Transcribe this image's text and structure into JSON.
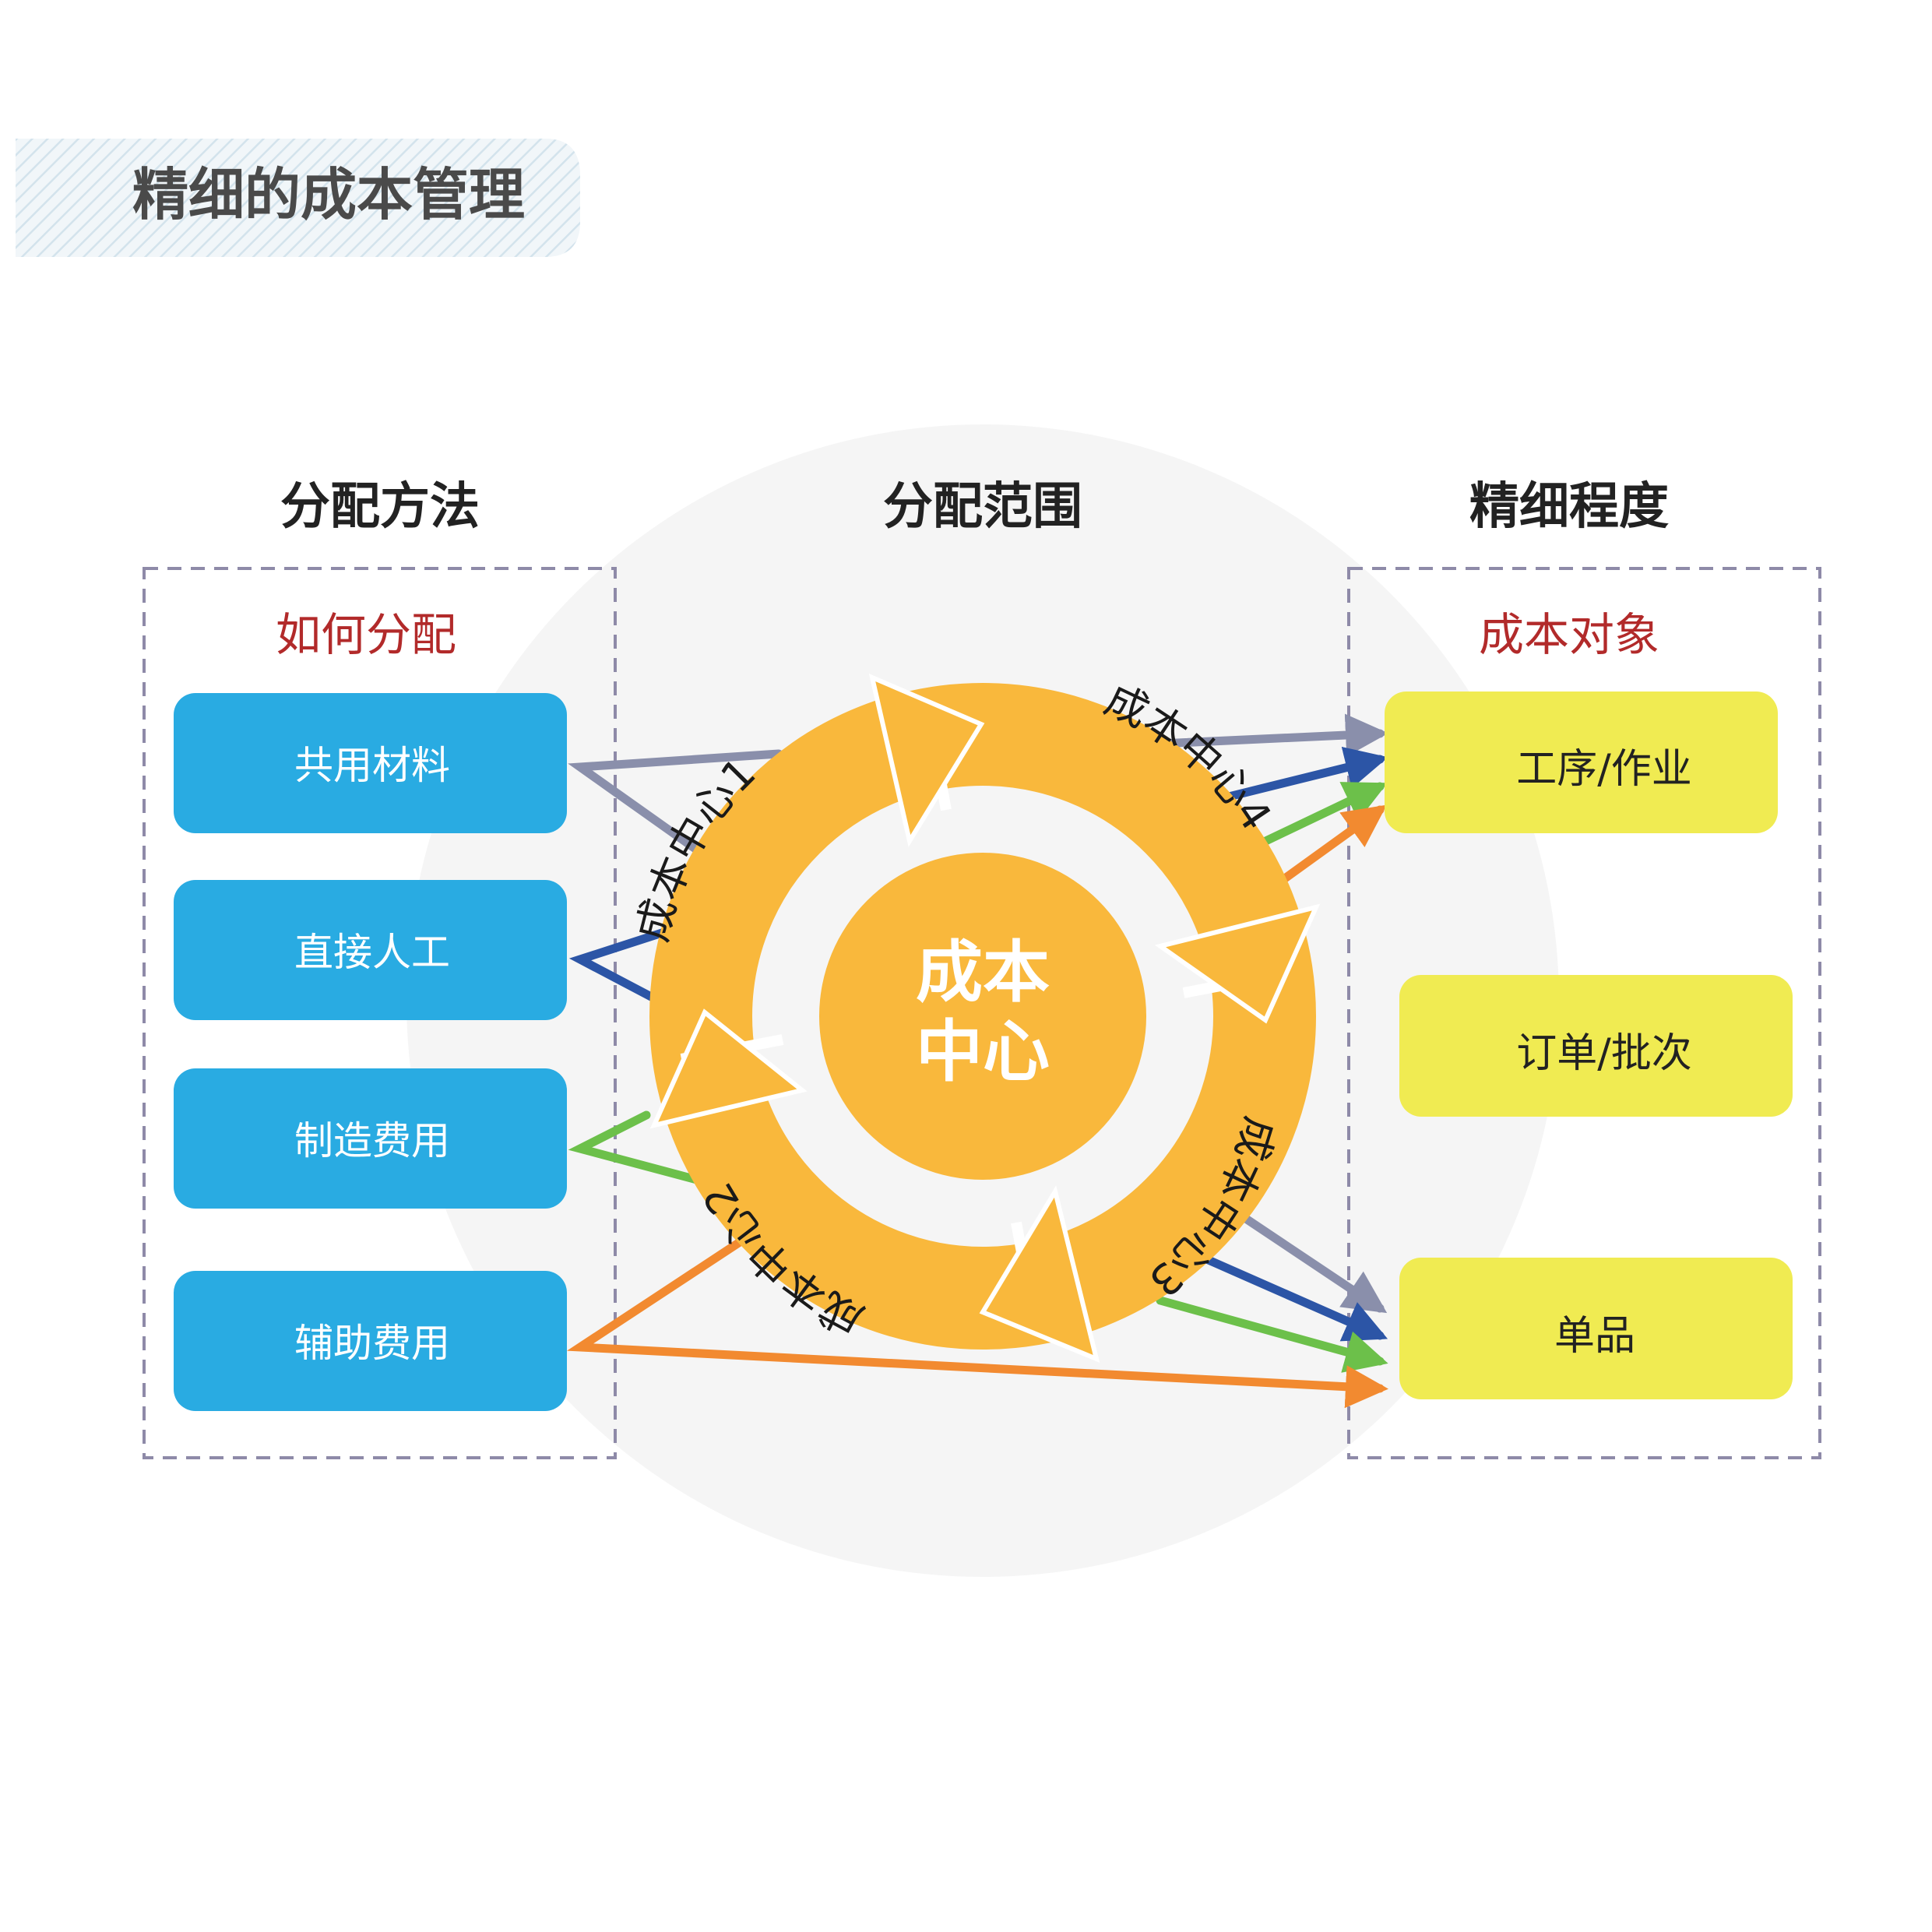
{
  "title": "精细的成本管理",
  "columns": {
    "left": {
      "heading": "分配方法",
      "subheading": "如何分配"
    },
    "middle": {
      "heading": "分配范围"
    },
    "right": {
      "heading": "精细程度",
      "subheading": "成本对象"
    }
  },
  "methods": [
    {
      "label": "共用材料",
      "color": "#8a8fab"
    },
    {
      "label": "直接人工",
      "color": "#2c55a6"
    },
    {
      "label": "制造费用",
      "color": "#6cc04a"
    },
    {
      "label": "辅助费用",
      "color": "#f28a30"
    }
  ],
  "cost_objects": [
    {
      "label": "工序/作业"
    },
    {
      "label": "订单/批次"
    },
    {
      "label": "单品"
    }
  ],
  "cost_centers": {
    "center_label_line1": "成本",
    "center_label_line2": "中心",
    "segments": [
      "成本中心1",
      "成本中心4",
      "成本中心3",
      "成本中心2"
    ]
  },
  "colors": {
    "method_box": "#29abe2",
    "object_box": "#f0eb52",
    "ring": "#f9b83c",
    "subheading": "#b22a2a",
    "background_circle": "#f5f5f5",
    "dashed_border": "#8e8aa8",
    "title_hatch": "#d6e6ee"
  }
}
